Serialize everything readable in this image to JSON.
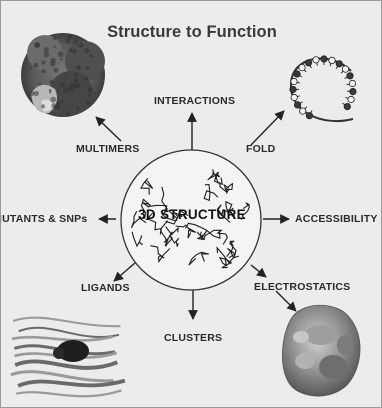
{
  "figure": {
    "title": "Structure to Function",
    "center_label": "3D STRUCTURE",
    "labels": {
      "interactions": "INTERACTIONS",
      "multimers": "MULTIMERS",
      "fold": "FOLD",
      "mutants": "IUTANTS & SNPs",
      "accessibility": "ACCESSIBILITY",
      "ligands": "LIGANDS",
      "electrostatics": "ELECTROSTATICS",
      "clusters": "CLUSTERS"
    }
  }
}
